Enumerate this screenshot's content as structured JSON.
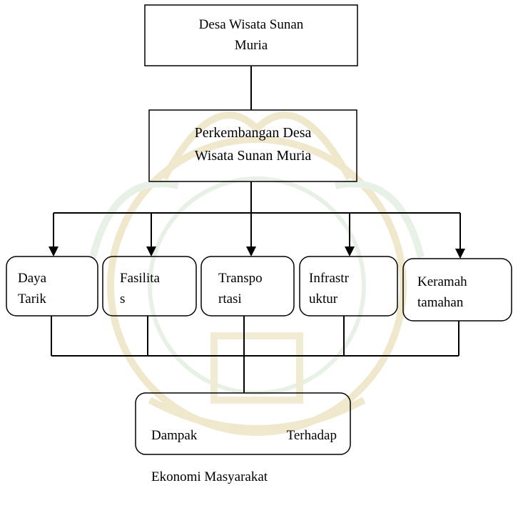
{
  "diagram": {
    "top": {
      "text": "Desa Wisata Sunan\nMuria"
    },
    "development": {
      "text": "Perkembangan Desa\nWisata Sunan Muria"
    },
    "factors": [
      {
        "name": "daya-tarik",
        "text": "Daya\nTarik"
      },
      {
        "name": "fasilitas",
        "text": "Fasilita\ns"
      },
      {
        "name": "transportasi",
        "text": "Transpo\nrtasi"
      },
      {
        "name": "infrastruktur",
        "text": "Infrastr\nuktur"
      },
      {
        "name": "keramahtamahan",
        "text": "Keramah\ntamahan"
      }
    ],
    "impact": {
      "line1": "Dampak Terhadap",
      "line2": "Ekonomi Masyarakat"
    }
  },
  "colors": {
    "line": "#000000",
    "watermark": "#f0e6c4",
    "watermark_green": "#dfeede"
  }
}
